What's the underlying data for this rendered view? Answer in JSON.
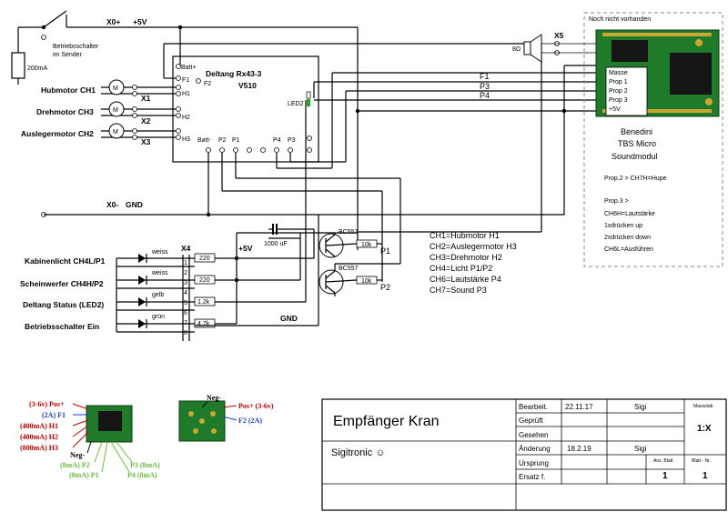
{
  "rails": {
    "x0plus": "X0+",
    "plus5v": "+5V",
    "x0gnd": "X0-",
    "gnd": "GND"
  },
  "power": {
    "switch_line1": "Betriebsschalter",
    "switch_line2": "im Sender",
    "fuse": "200mA"
  },
  "receiver": {
    "title": "Deltang Rx43-3",
    "subtitle": "V510",
    "batt_plus": "Batt+",
    "f1": "F1",
    "f2": "F2",
    "h1": "H1",
    "h2": "H2",
    "h3": "H3",
    "batt_minus": "Batt-",
    "p2": "P2",
    "p1": "P1",
    "p4": "P4",
    "p3": "P3",
    "led2": "LED2"
  },
  "motors": [
    {
      "label": "Hubmotor CH1",
      "symbol": "M",
      "connector": "X1"
    },
    {
      "label": "Drehmotor CH3",
      "symbol": "M",
      "connector": "X2"
    },
    {
      "label": "Auslegermotor CH2",
      "symbol": "M",
      "connector": "X3"
    }
  ],
  "soundmodule": {
    "not_present": "Noch nicht  vorhanden",
    "pins": [
      "Masse",
      "Prop 1",
      "Prop 2",
      "Prop 3",
      "+5V"
    ],
    "speaker_label": "8Ω",
    "connector": "X5",
    "name_lines": [
      "Benedini",
      "TBS Micro",
      "Soundmodul"
    ],
    "notes": [
      "Prop.2 > CH7H=Hupe",
      "Prop.3 >",
      "CH6H=Lautstärke",
      "1xdrücken up",
      "2xdrücken down",
      "CH6L=Ausführen"
    ],
    "line_labels": [
      "F1",
      "P3",
      "P4"
    ]
  },
  "leds": {
    "connector": "X4",
    "rows": [
      {
        "label": "Kabinenlicht CH4L/P1",
        "color": "weiss",
        "resistor": "220"
      },
      {
        "label": "Scheinwerfer CH4H/P2",
        "color": "weiss",
        "resistor": "220"
      },
      {
        "label": "Deltang Status (LED2)",
        "color": "gelb",
        "resistor": "1.2k"
      },
      {
        "label": "Betriebsschalter Ein",
        "color": "grün",
        "resistor": "4.7k"
      }
    ],
    "pin_numbers": [
      "1",
      "2",
      "3",
      "4",
      "5",
      "6",
      "7",
      "8"
    ],
    "plus5v": "+5V",
    "gnd": "GND"
  },
  "drivers": {
    "capacitor": "1000 uF",
    "transistors": [
      {
        "type": "BC557",
        "base_resistor": "10k",
        "input": "P1"
      },
      {
        "type": "BC557",
        "base_resistor": "10k",
        "input": "P2"
      }
    ]
  },
  "channels": [
    "CH1=Hubmotor H1",
    "CH2=Auslegermotor H3",
    "CH3=Drehmotor H2",
    "CH4=Licht P1/P2",
    "CH6=Lautstärke P4",
    "CH7=Sound P3"
  ],
  "board_pins": {
    "left": [
      "(3-6v) Pos+",
      "(2A) F1",
      "(400mA) H1",
      "(400mA) H2",
      "(800mA) H3"
    ],
    "neg": "Neg-",
    "bottom_left": [
      "(8mA) P2",
      "(8mA) P1"
    ],
    "bottom_right": [
      "P3 (8mA)",
      "P4 (8mA)"
    ],
    "right_neg": "Neg-",
    "right": [
      "Pos+ (3-6v)",
      "F2 (2A)"
    ]
  },
  "titleblock": {
    "title": "Empfänger Kran",
    "company": "Sigitronic ☺",
    "rows": [
      {
        "label": "Bearbeit.",
        "date": "22.11.17",
        "name": "Sigi"
      },
      {
        "label": "Geprüft",
        "date": "",
        "name": ""
      },
      {
        "label": "Gesehen",
        "date": "",
        "name": ""
      },
      {
        "label": "Änderung",
        "date": "18.2.19",
        "name": "Sigi"
      },
      {
        "label": "Ursprung",
        "date": "",
        "name": ""
      },
      {
        "label": "Ersatz f.",
        "date": "",
        "name": ""
      }
    ],
    "massstab_label": "Massstab",
    "massstab": "1:X",
    "anz_blatt_label": "Anz. Blatt",
    "anz_blatt": "1",
    "blatt_nr_label": "Blatt - Nr.",
    "blatt_nr": "1"
  },
  "colors": {
    "pcb_green": "#1f7a2a",
    "led_green": "#22aa22",
    "pin_red": "#c00000",
    "pin_blue": "#1a3cc8",
    "pin_light_green": "#6abf40"
  }
}
